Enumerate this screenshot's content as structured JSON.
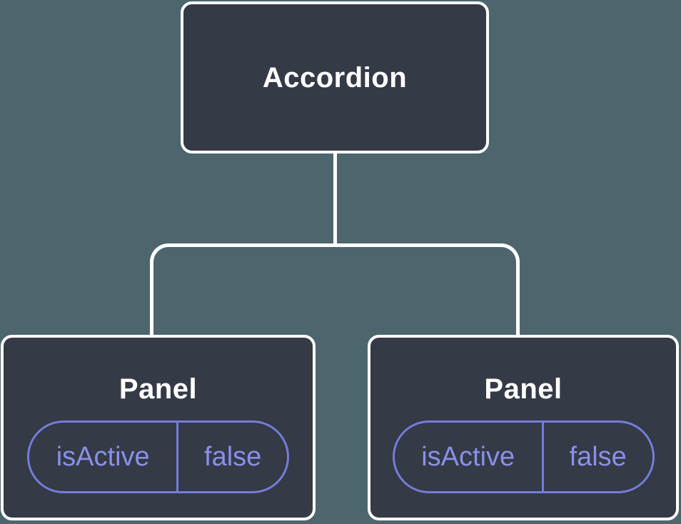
{
  "theme": {
    "bg": "#4D666E",
    "node_fill": "#343A46",
    "node_border": "#FFFFFF",
    "connector": "#FFFFFF",
    "pill_border": "#767CD9",
    "pill_text": "#8A90E8",
    "title_text": "#FFFFFF"
  },
  "tree": {
    "root": {
      "label": "Accordion"
    },
    "children": [
      {
        "label": "Panel",
        "state": {
          "key": "isActive",
          "value": "false"
        }
      },
      {
        "label": "Panel",
        "state": {
          "key": "isActive",
          "value": "false"
        }
      }
    ]
  }
}
